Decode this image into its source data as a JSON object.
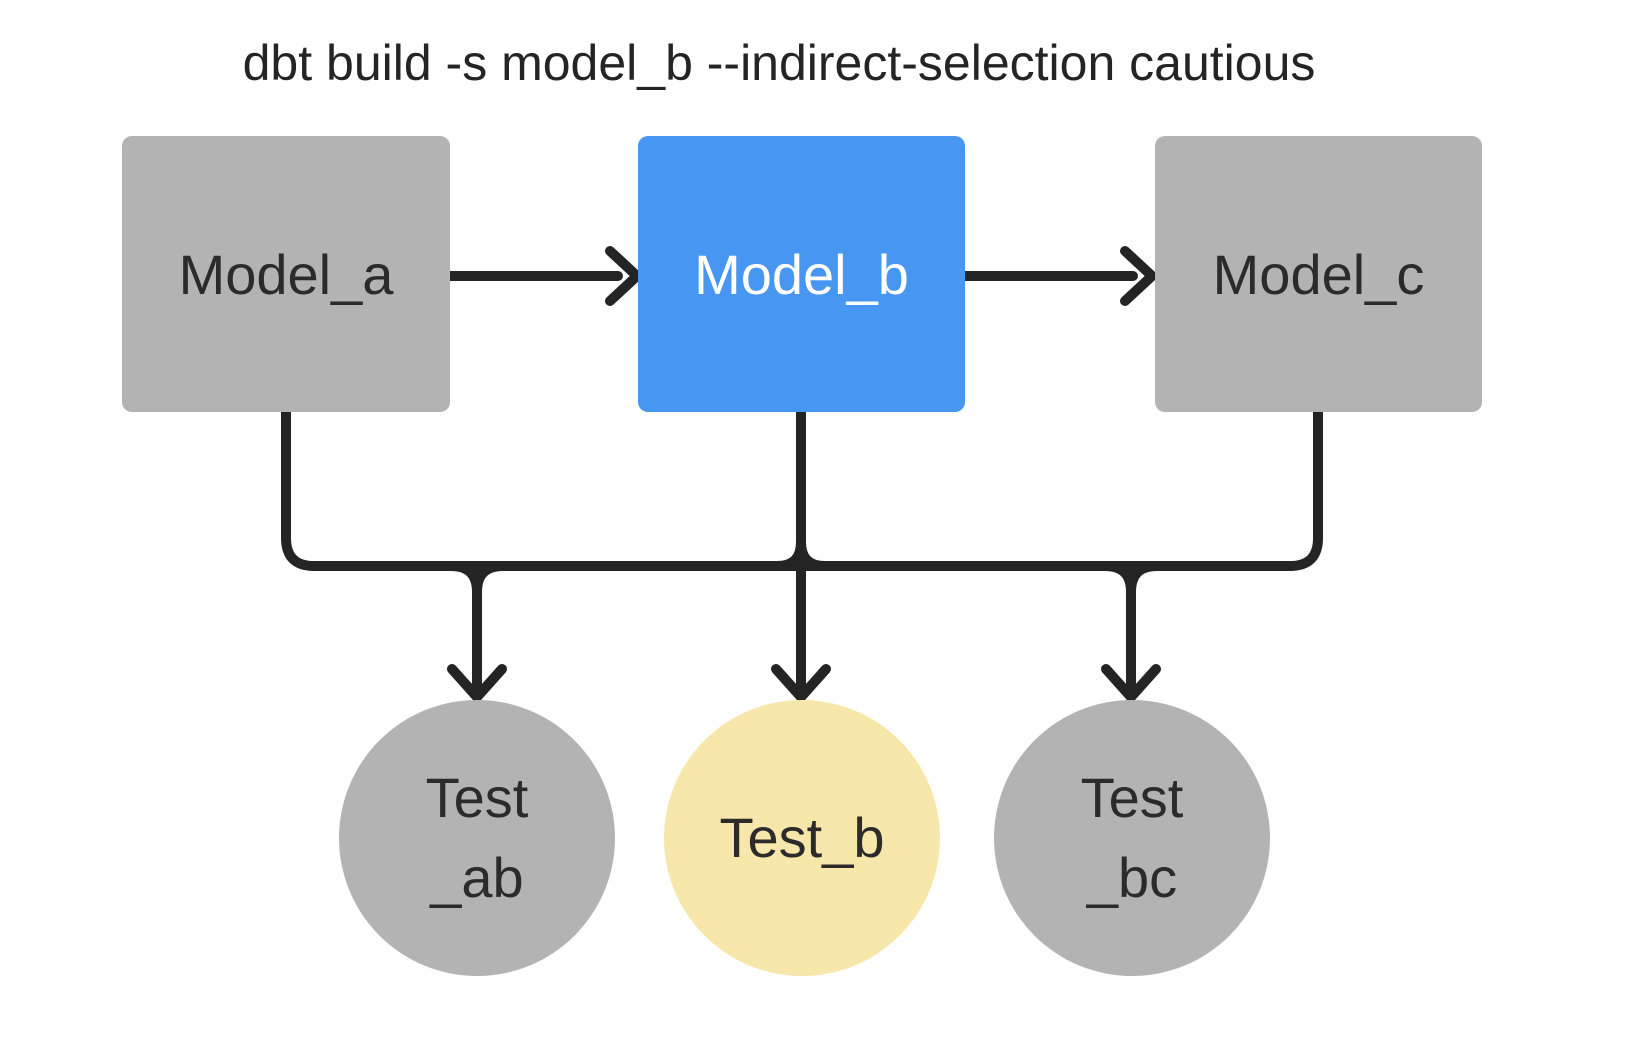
{
  "title": "dbt build -s model_b --indirect-selection cautious",
  "diagram": {
    "models": [
      {
        "id": "model-a",
        "label": "Model_a",
        "fill": "#b3b3b3",
        "text_color": "#2b2b2b"
      },
      {
        "id": "model-b",
        "label": "Model_b",
        "fill": "#4796f2",
        "text_color": "#ffffff"
      },
      {
        "id": "model-c",
        "label": "Model_c",
        "fill": "#b3b3b3",
        "text_color": "#2b2b2b"
      }
    ],
    "tests": [
      {
        "id": "test-ab",
        "line1": "Test",
        "line2": "_ab",
        "fill": "#b3b3b3"
      },
      {
        "id": "test-b",
        "line1": "Test_b",
        "line2": "",
        "fill": "#f8e7aa"
      },
      {
        "id": "test-bc",
        "line1": "Test",
        "line2": "_bc",
        "fill": "#b3b3b3"
      }
    ],
    "colors": {
      "line": "#242424",
      "background": "#ffffff",
      "title_text": "#242424",
      "node_text": "#2b2b2b"
    }
  }
}
